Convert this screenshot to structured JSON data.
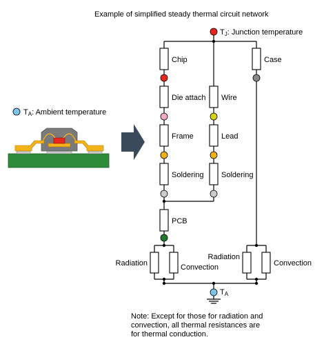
{
  "title": "Example of simplified steady thermal circuit network",
  "nodes": {
    "junction": {
      "symbol": "T",
      "subscript": "J",
      "description": ": Junction temperature",
      "color": "#e8261c"
    },
    "ambient_left": {
      "symbol": "T",
      "subscript": "A",
      "description": ":  Ambient temperature",
      "color": "#7fc4ea"
    },
    "ambient_bottom": {
      "symbol": "T",
      "subscript": "A",
      "color": "#7fc4ea"
    }
  },
  "resistors": {
    "chip": "Chip",
    "case": "Case",
    "die_attach": "Die attach",
    "wire": "Wire",
    "frame": "Frame",
    "lead": "Lead",
    "soldering_left": "Soldering",
    "soldering_right": "Soldering",
    "pcb": "PCB",
    "radiation_left": "Radiation",
    "convection_left": "Convection",
    "radiation_right": "Radiation",
    "convection_right": "Convection"
  },
  "node_colors": {
    "chip_bottom": "#e8261c",
    "case_bottom": "#888888",
    "die_attach_bottom": "#f4a9c8",
    "wire_bottom": "#d6d21a",
    "frame_bottom": "#f3b21a",
    "lead_bottom": "#f3b21a",
    "soldering_bottom": "#cccccc",
    "pcb_bottom": "#1f7a2a"
  },
  "package_colors": {
    "board": "#2e8b3a",
    "mold": "#7a7a7a",
    "lead_frame": "#f3b21a",
    "die": "#e8261c"
  },
  "note": [
    "Note: Except for those for radiation and",
    "convection, all thermal resistances are",
    "for thermal conduction."
  ]
}
